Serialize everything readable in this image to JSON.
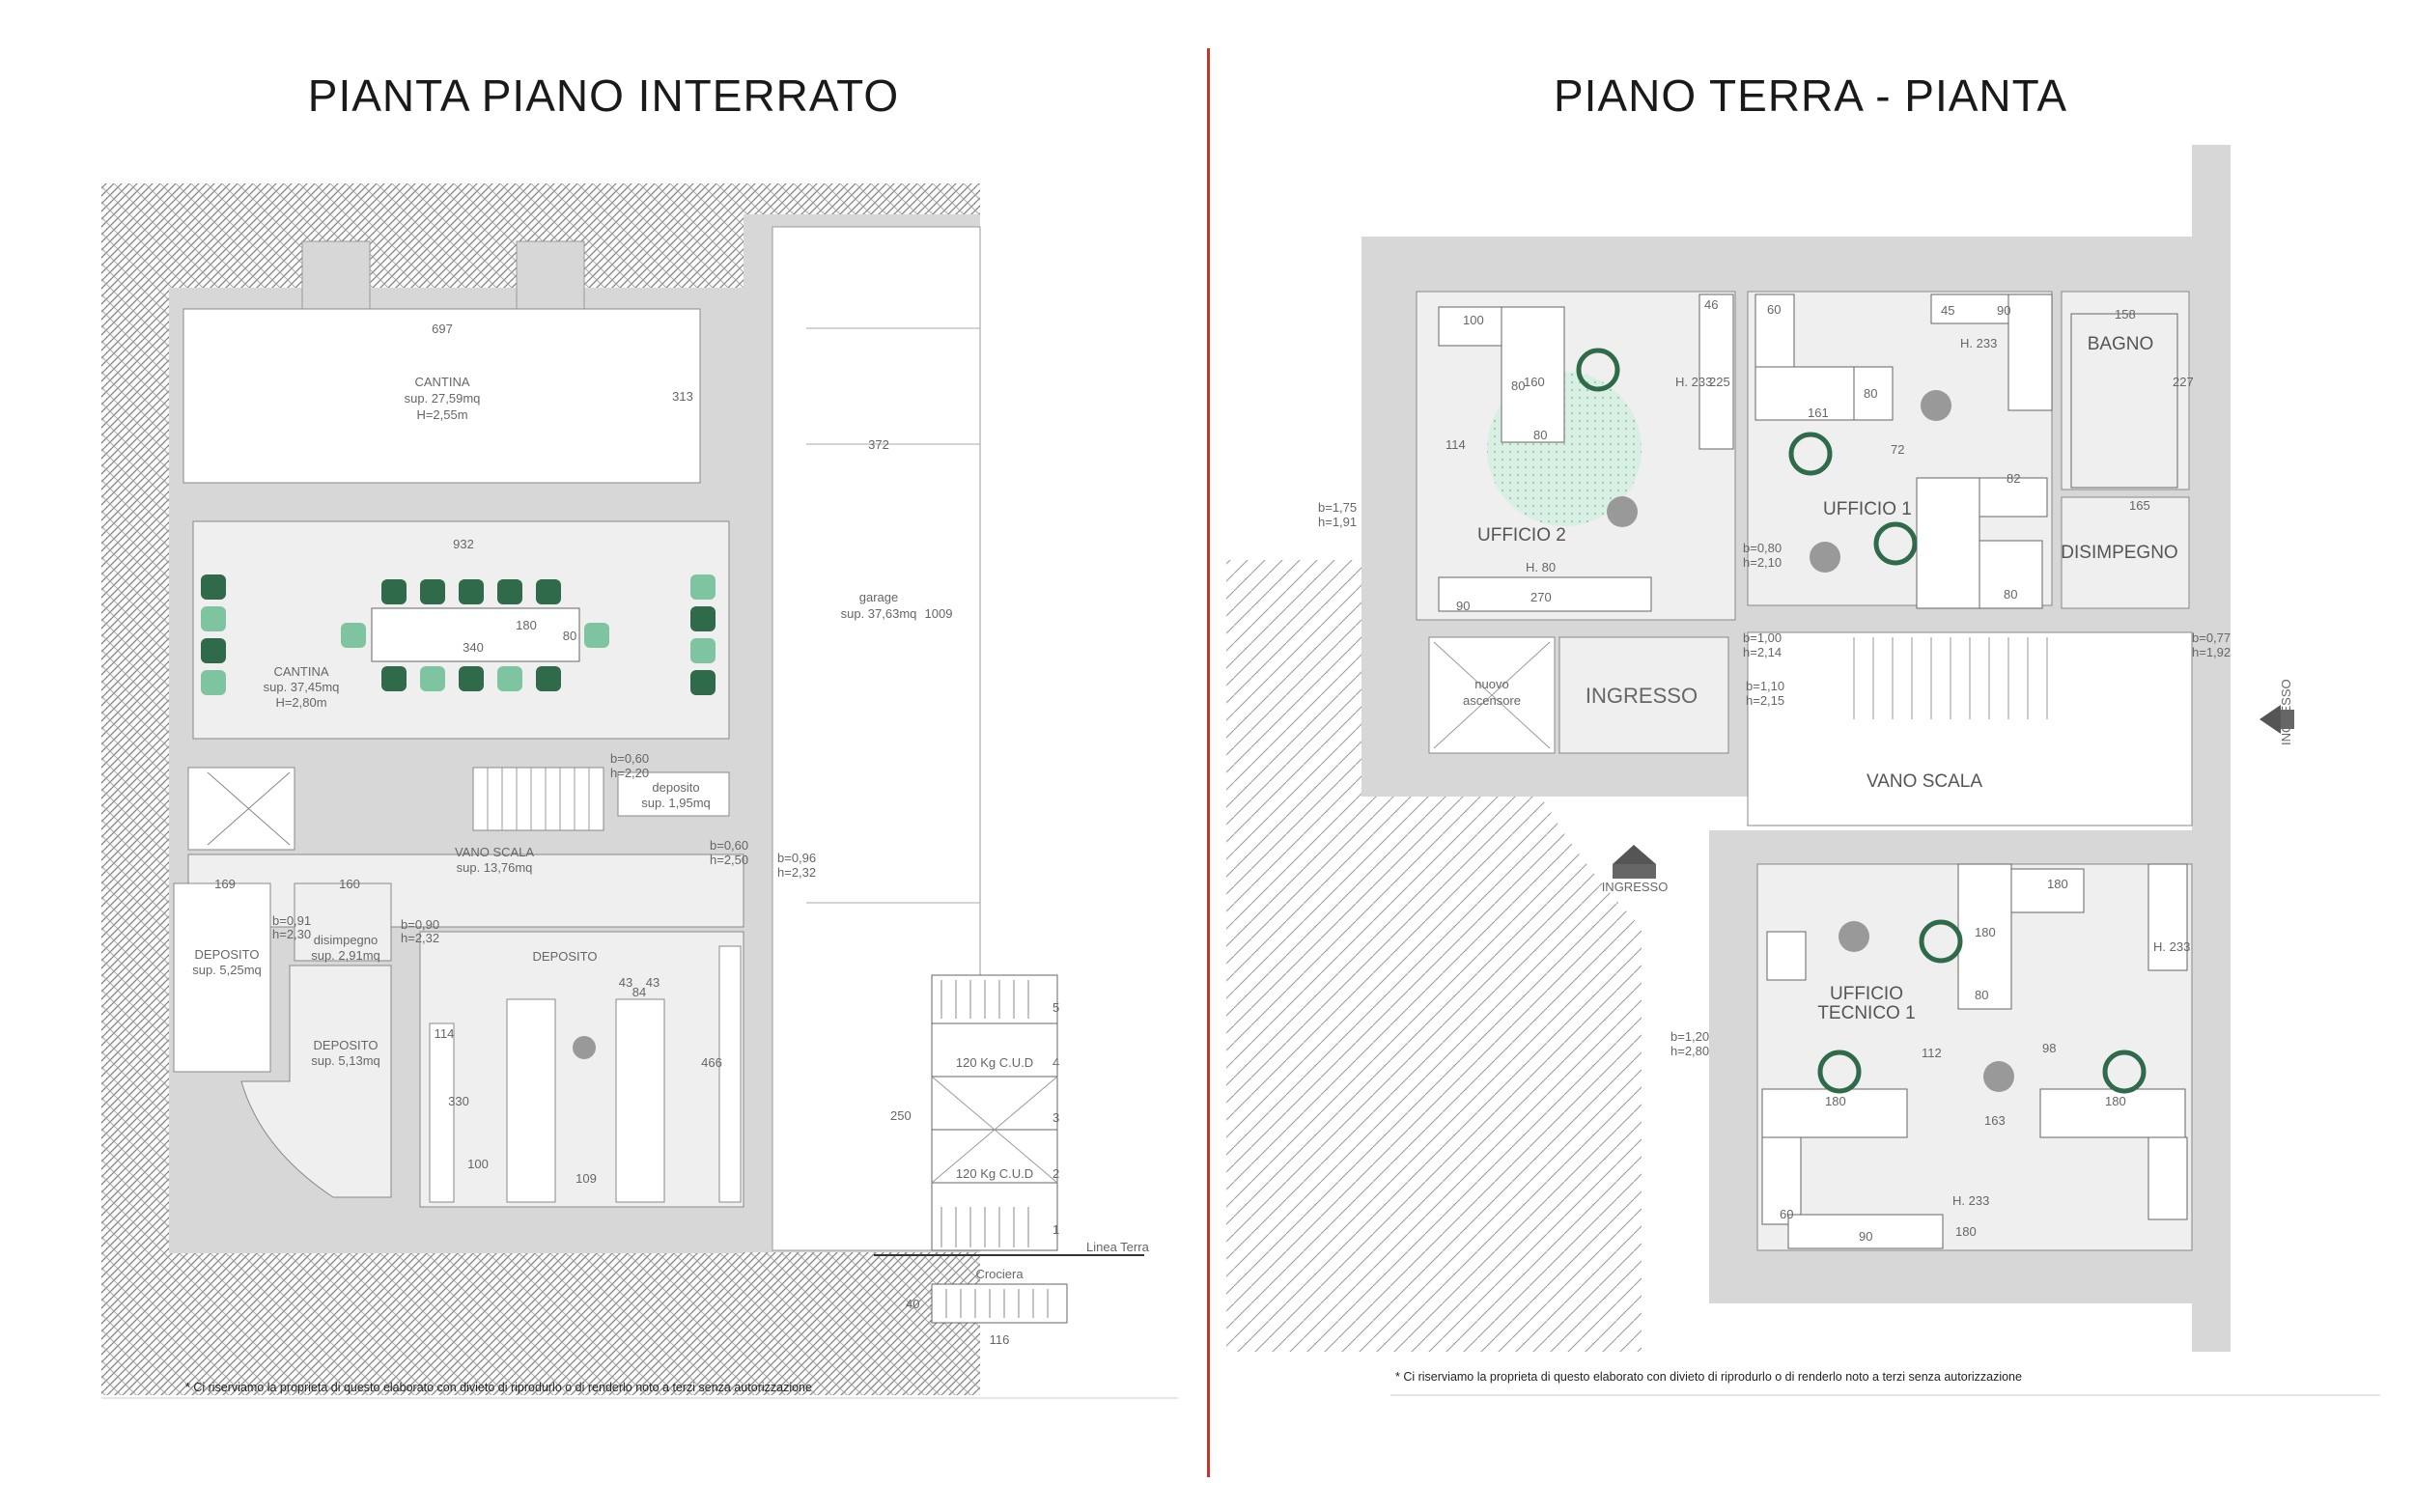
{
  "titles": {
    "left": "PIANTA PIANO INTERRATO",
    "right": "PIANO TERRA - PIANTA"
  },
  "basement": {
    "cantina_top": {
      "name": "CANTINA",
      "area": "sup. 27,59mq",
      "height": "H=2,55m"
    },
    "cantina_main": {
      "name": "CANTINA",
      "area": "sup. 37,45mq",
      "height": "H=2,80m"
    },
    "garage": {
      "name": "garage",
      "area": "sup. 37,63mq"
    },
    "deposito_small": {
      "name": "deposito",
      "area": "sup. 1,95mq"
    },
    "vano_scala": {
      "name": "VANO SCALA",
      "area": "sup. 13,76mq"
    },
    "deposito_left": {
      "name": "DEPOSITO",
      "area": "sup. 5,25mq"
    },
    "disimpegno": {
      "name": "disimpegno",
      "area": "sup. 2,91mq"
    },
    "deposito_mid": {
      "name": "DEPOSITO",
      "area": "sup. 5,13mq"
    },
    "deposito_right": {
      "name": "DEPOSITO"
    },
    "dims": {
      "d697": "697",
      "d313": "313",
      "d372": "372",
      "d932": "932",
      "d180": "180",
      "d340": "340",
      "d80": "80",
      "d1009": "1009",
      "d160": "160",
      "d169": "169",
      "d100": "100",
      "d109": "109",
      "d330": "330",
      "d114": "114",
      "d466": "466",
      "d84": "84",
      "d43a": "43",
      "d43b": "43"
    },
    "openings": {
      "o1": "b=0,60",
      "o2": "h=2,20",
      "o3": "b=0,60",
      "o4": "h=2,50",
      "o5": "b=0,96",
      "o6": "h=2,32",
      "o7": "b=0,91",
      "o8": "h=2,30",
      "o9": "b=0,90",
      "o10": "h=2,32"
    },
    "rack": {
      "label1": "120 Kg C.U.D",
      "label2": "120 Kg C.U.D",
      "levels": [
        "5",
        "4",
        "3",
        "2",
        "1"
      ],
      "height": "250",
      "width": "116",
      "depth": "40",
      "ground": "Linea Terra",
      "top_label": "Crociera"
    },
    "note": "* Ci riserviamo la proprieta di questo elaborato con divieto di riprodurlo o di renderlo noto a terzi senza autorizzazione"
  },
  "ground": {
    "ufficio2": "UFFICIO 2",
    "ufficio1": "UFFICIO 1",
    "bagno": "BAGNO",
    "disimpegno": "DISIMPEGNO",
    "ascensore": [
      "nuovo",
      "ascensore"
    ],
    "ingresso_room": "INGRESSO",
    "vano_scala": "VANO SCALA",
    "ufficio_tecnico": [
      "UFFICIO",
      "TECNICO 1"
    ],
    "entrance_label": "INGRESSO",
    "entrance_right": "INGRESSO",
    "dims": {
      "d100": "100",
      "d160": "160",
      "d80a": "80",
      "d114": "114",
      "d80b": "80",
      "d270": "270",
      "d90a": "90",
      "d46": "46",
      "d225": "225",
      "h233a": "H. 233",
      "d60": "60",
      "d45": "45",
      "d90b": "90",
      "d161": "161",
      "d80c": "80",
      "d72": "72",
      "d82": "82",
      "d80d": "80",
      "d158": "158",
      "d227": "227",
      "d165": "165",
      "h80": "H. 80",
      "h233b": "H. 233",
      "d180a": "180",
      "d80e": "80",
      "d180b": "180",
      "d112": "112",
      "d98": "98",
      "d163": "163",
      "d180c": "180",
      "d60b": "60",
      "d180d": "180",
      "d90c": "90",
      "d180e": "180",
      "h233c": "H. 233",
      "h233d": "H. 233"
    },
    "openings": {
      "a": "b=1,75",
      "b": "h=1,91",
      "c": "b=0,80",
      "d": "h=2,10",
      "e": "b=1,10",
      "f": "h=2,15",
      "g": "b=1,20",
      "h": "h=2,80",
      "i": "b=1,00",
      "j": "h=2,14",
      "k": "b=0,77",
      "l": "h=1,92"
    },
    "note": "* Ci riserviamo la proprieta di questo elaborato con divieto di riprodurlo o di renderlo noto a terzi senza autorizzazione"
  },
  "colors": {
    "accent_green": "#2f6b4a",
    "light_green": "#7fc4a0",
    "divider": "#c0392b",
    "floor": "#efefef",
    "wall": "#d7d7d7"
  }
}
